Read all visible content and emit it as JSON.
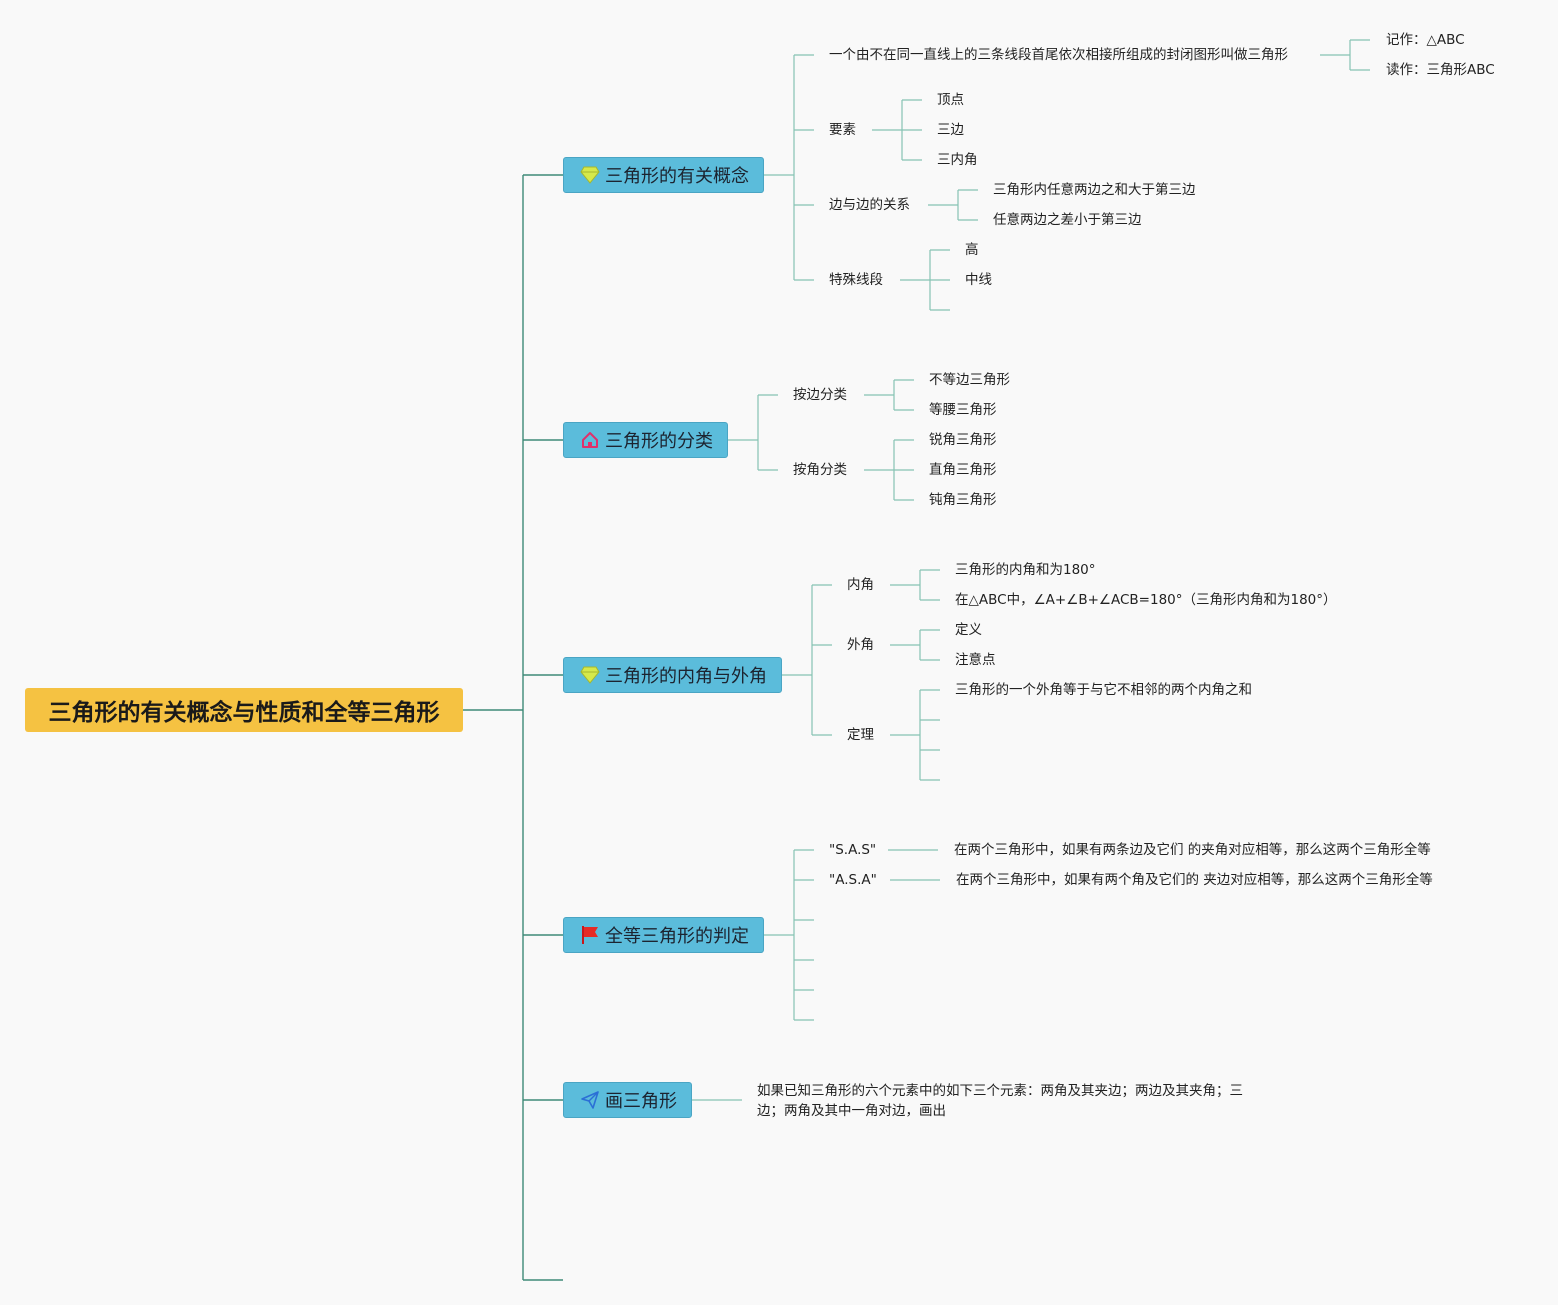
{
  "root": {
    "title": "三角形的有关概念与性质和全等三角形"
  },
  "topics": [
    {
      "label": "三角形的有关概念",
      "icon": "diamond-icon"
    },
    {
      "label": "三角形的分类",
      "icon": "home-icon"
    },
    {
      "label": "三角形的内角与外角",
      "icon": "diamond-icon"
    },
    {
      "label": "全等三角形的判定",
      "icon": "flag-icon"
    },
    {
      "label": "画三角形",
      "icon": "paper-plane-icon"
    }
  ],
  "concepts": {
    "definition": "一个由不在同一直线上的三条线段首尾依次相接所组成的封闭图形叫做三角形",
    "notation": "记作：△ABC",
    "reading": "读作：三角形ABC",
    "elements": "要素",
    "elements_items": [
      "顶点",
      "三边",
      "三内角"
    ],
    "sides_relation": "边与边的关系",
    "sides_relation_items": [
      "三角形内任意两边之和大于第三边",
      "任意两边之差小于第三边"
    ],
    "special_segments": "特殊线段",
    "special_segments_items": [
      "高",
      "中线"
    ]
  },
  "classification": {
    "by_sides": "按边分类",
    "by_sides_items": [
      "不等边三角形",
      "等腰三角形"
    ],
    "by_angles": "按角分类",
    "by_angles_items": [
      "锐角三角形",
      "直角三角形",
      "钝角三角形"
    ]
  },
  "angles": {
    "interior": "内角",
    "interior_items": [
      "三角形的内角和为180°",
      "在△ABC中，∠A+∠B+∠ACB=180°（三角形内角和为180°）"
    ],
    "exterior": "外角",
    "exterior_items": [
      "定义",
      "注意点"
    ],
    "theorem": "定理",
    "theorem_items": [
      "三角形的一个外角等于与它不相邻的两个内角之和"
    ]
  },
  "congruence": {
    "sas": "\"S.A.S\"",
    "sas_text": "在两个三角形中，如果有两条边及它们 的夹角对应相等，那么这两个三角形全等",
    "asa": "\"A.S.A\"",
    "asa_text": "在两个三角形中，如果有两个角及它们的 夹边对应相等，那么这两个三角形全等"
  },
  "drawing": {
    "text": "如果已知三角形的六个元素中的如下三个元素：两角及其夹边；两边及其夹角；三边；两角及其中一角对边，画出"
  },
  "colors": {
    "root_bg": "#f5c242",
    "topic_bg": "#5bbcdb",
    "line_main": "#3f8a78",
    "line_sub": "#86c3b3"
  }
}
